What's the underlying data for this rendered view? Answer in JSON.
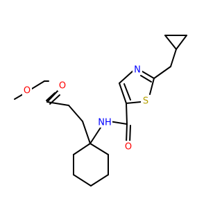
{
  "atoms": {
    "methoxy_oxygen": {
      "symbol": "O",
      "color": "#ff0000"
    },
    "carbonyl_oxygen_ester": {
      "symbol": "O",
      "color": "#ff0000"
    },
    "amide_nitrogen": {
      "symbol": "NH",
      "color": "#0000ff"
    },
    "amide_oxygen": {
      "symbol": "O",
      "color": "#ff0000"
    },
    "thiazole_sulfur": {
      "symbol": "S",
      "color": "#b5a000"
    },
    "thiazole_nitrogen": {
      "symbol": "N",
      "color": "#0000ff"
    }
  },
  "colors": {
    "bond": "#000000",
    "background": "#ffffff"
  }
}
